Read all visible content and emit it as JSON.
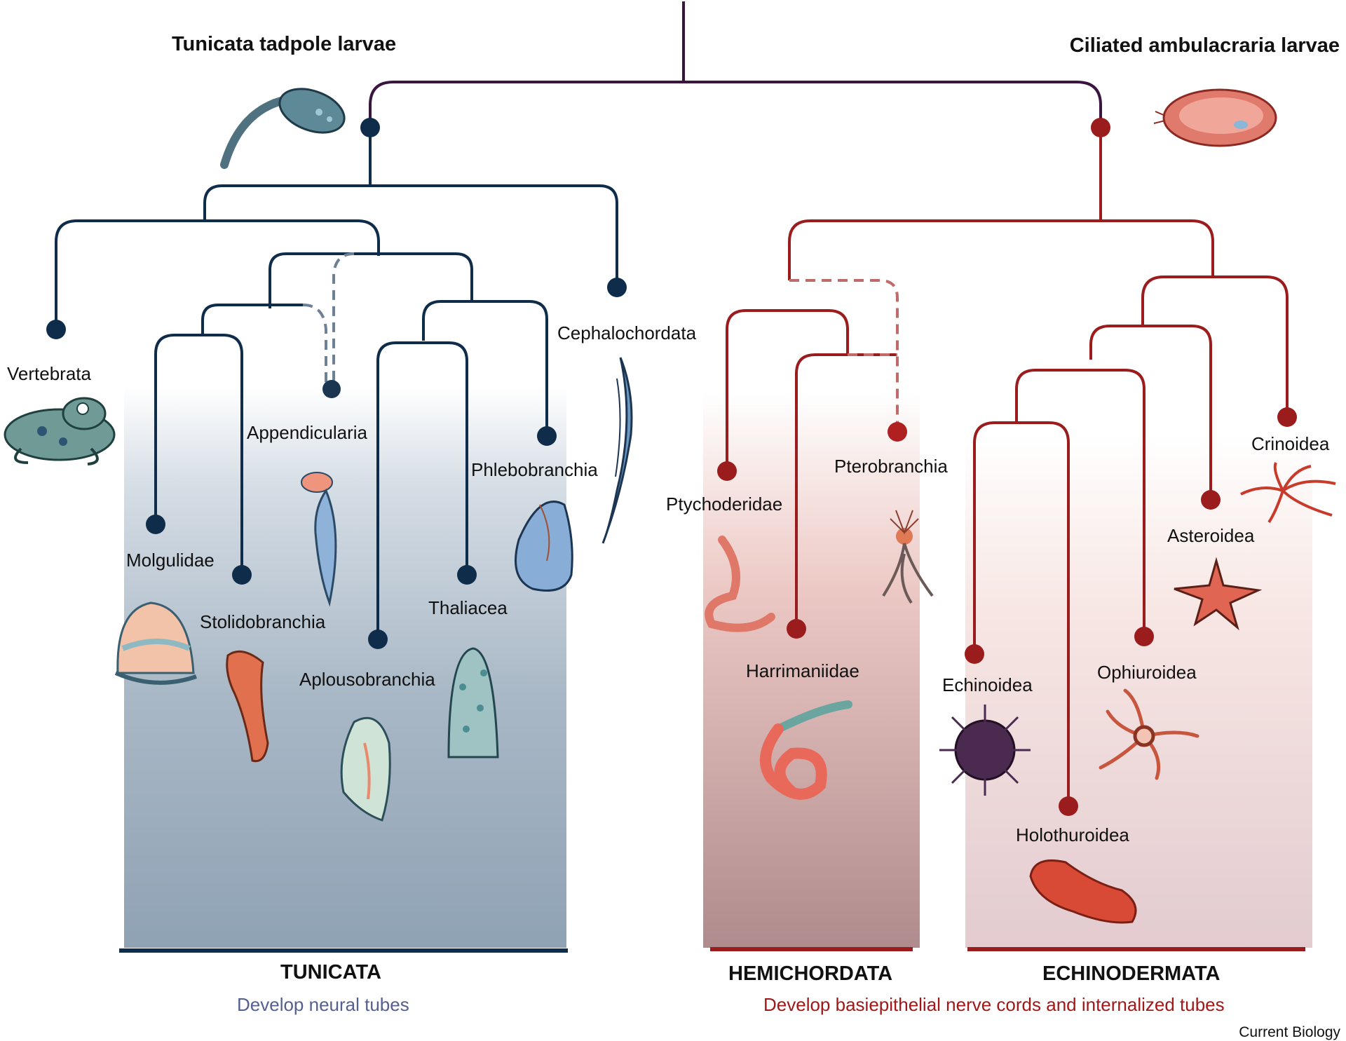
{
  "headers": {
    "left": "Tunicata tadpole larvae",
    "right": "Ciliated ambulacraria larvae"
  },
  "taxa": {
    "vertebrata": "Vertebrata",
    "cephalochordata": "Cephalochordata",
    "appendicularia": "Appendicularia",
    "phlebobranchia": "Phlebobranchia",
    "molgulidae": "Molgulidae",
    "stolidobranchia": "Stolidobranchia",
    "thaliacea": "Thaliacea",
    "aplousobranchia": "Aplousobranchia",
    "ptychoderidae": "Ptychoderidae",
    "pterobranchia": "Pterobranchia",
    "harrimaniidae": "Harrimaniidae",
    "crinoidea": "Crinoidea",
    "asteroidea": "Asteroidea",
    "echinoidea": "Echinoidea",
    "ophiuroidea": "Ophiuroidea",
    "holothuroidea": "Holothuroidea"
  },
  "groups": {
    "tunicata": "TUNICATA",
    "hemichordata": "HEMICHORDATA",
    "echinodermata": "ECHINODERMATA"
  },
  "notes": {
    "tunicata": "Develop neural tubes",
    "ambulacraria": "Develop basiepithelial nerve cords and internalized tubes"
  },
  "credit": "Current Biology",
  "colors": {
    "chordate_branch": "#0f2d4a",
    "ambulacraria_branch": "#9b1c1c",
    "root_branch": "#3a1540",
    "tunicata_note": "#55608e",
    "ambulacraria_note": "#a01818",
    "tunicata_panel": "#8fa2b4",
    "hemichordata_panel": "#b38c8c",
    "echinodermata_panel": "#e6cfd2"
  }
}
